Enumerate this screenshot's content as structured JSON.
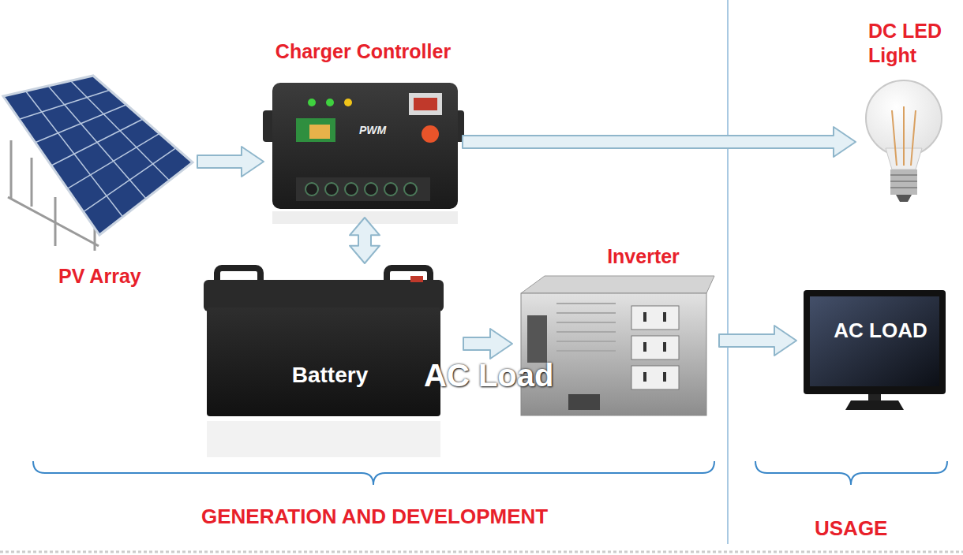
{
  "diagram": {
    "nodes": [
      {
        "text": [
          "PV Array"
        ]
      },
      {
        "text": [
          "Charger Controller"
        ]
      },
      {
        "text": [
          "DC LED Light"
        ]
      },
      {
        "text": [
          "Battery"
        ]
      },
      {
        "text": [
          "Inverter"
        ]
      },
      {
        "text": [
          "AC LOAD"
        ]
      }
    ],
    "edges": [
      {
        "from": 0,
        "to": 1,
        "arrow": "to"
      },
      {
        "from": 1,
        "to": 3,
        "arrow": "both"
      },
      {
        "from": 1,
        "to": 2,
        "arrow": "to"
      },
      {
        "from": 3,
        "to": 4,
        "arrow": "to"
      },
      {
        "from": 4,
        "to": 5,
        "arrow": "to"
      }
    ],
    "labels": [
      "PWM",
      "AC Load",
      "GENERATION AND DEVELOPMENT",
      "USAGE"
    ]
  }
}
